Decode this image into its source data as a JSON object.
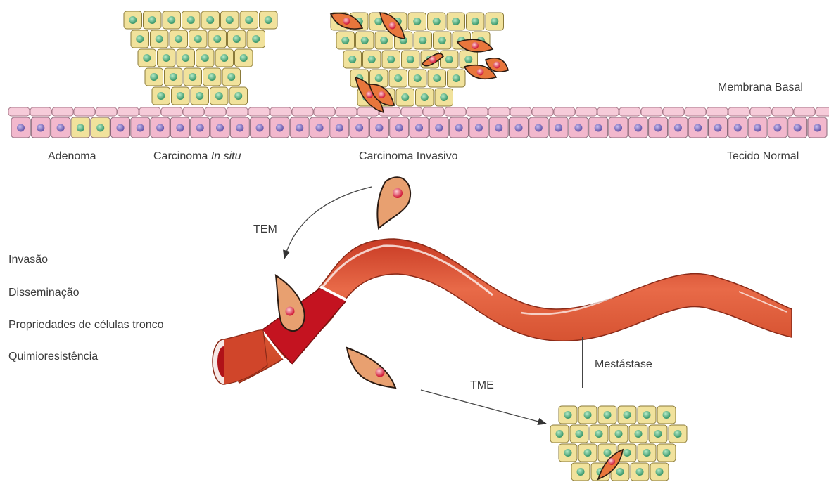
{
  "labels": {
    "membrana_basal": "Membrana Basal",
    "adenoma": "Adenoma",
    "carcinoma_in_situ_prefix": "Carcinoma ",
    "carcinoma_in_situ_italic": "In situ",
    "carcinoma_invasivo": "Carcinoma Invasivo",
    "tecido_normal": "Tecido Normal",
    "tem": "TEM",
    "tme": "TME",
    "metastase": "Mestástase"
  },
  "properties": [
    "Invasão",
    "Disseminação",
    "Propriedades de células tronco",
    "Quimioresistência"
  ],
  "colors": {
    "epithelial_pink": "#f2b8cd",
    "nucleus_purple": "#7b6ab0",
    "tumor_cell_yellow": "#f1e29c",
    "tumor_nucleus_green": "#5bb08a",
    "mesenchymal_orange": "#e8763c",
    "vessel_red": "#d44a30",
    "vessel_inner": "#c2121b"
  }
}
